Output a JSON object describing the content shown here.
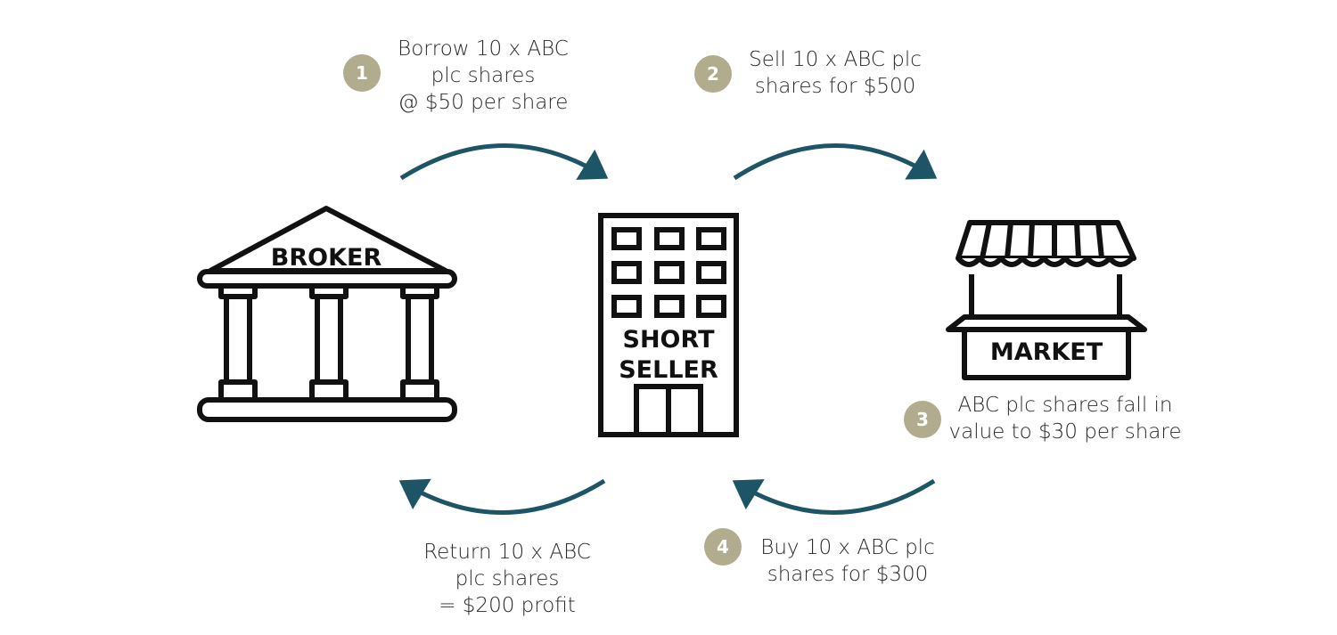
{
  "colors": {
    "arrow": "#1d5466",
    "badge": "#b2ac8e",
    "icon": "#111111"
  },
  "icons": {
    "broker": "bank-building-icon",
    "short_seller": "office-building-icon",
    "market": "market-stall-icon"
  },
  "entities": {
    "broker": "BROKER",
    "short_seller_line1": "SHORT",
    "short_seller_line2": "SELLER",
    "market": "MARKET"
  },
  "steps": [
    {
      "number": "1",
      "lines": [
        "Borrow 10 x ABC",
        "plc shares",
        "@ $50 per share"
      ]
    },
    {
      "number": "2",
      "lines": [
        "Sell 10 x ABC plc",
        "shares for $500"
      ]
    },
    {
      "number": "3",
      "lines": [
        "ABC plc shares fall in",
        "value to $30 per share"
      ]
    },
    {
      "number": "4",
      "lines": [
        "Buy 10 x ABC plc",
        "shares for $300"
      ]
    }
  ],
  "result": {
    "lines": [
      "Return 10 x ABC",
      "plc shares",
      "= $200 profit"
    ]
  }
}
